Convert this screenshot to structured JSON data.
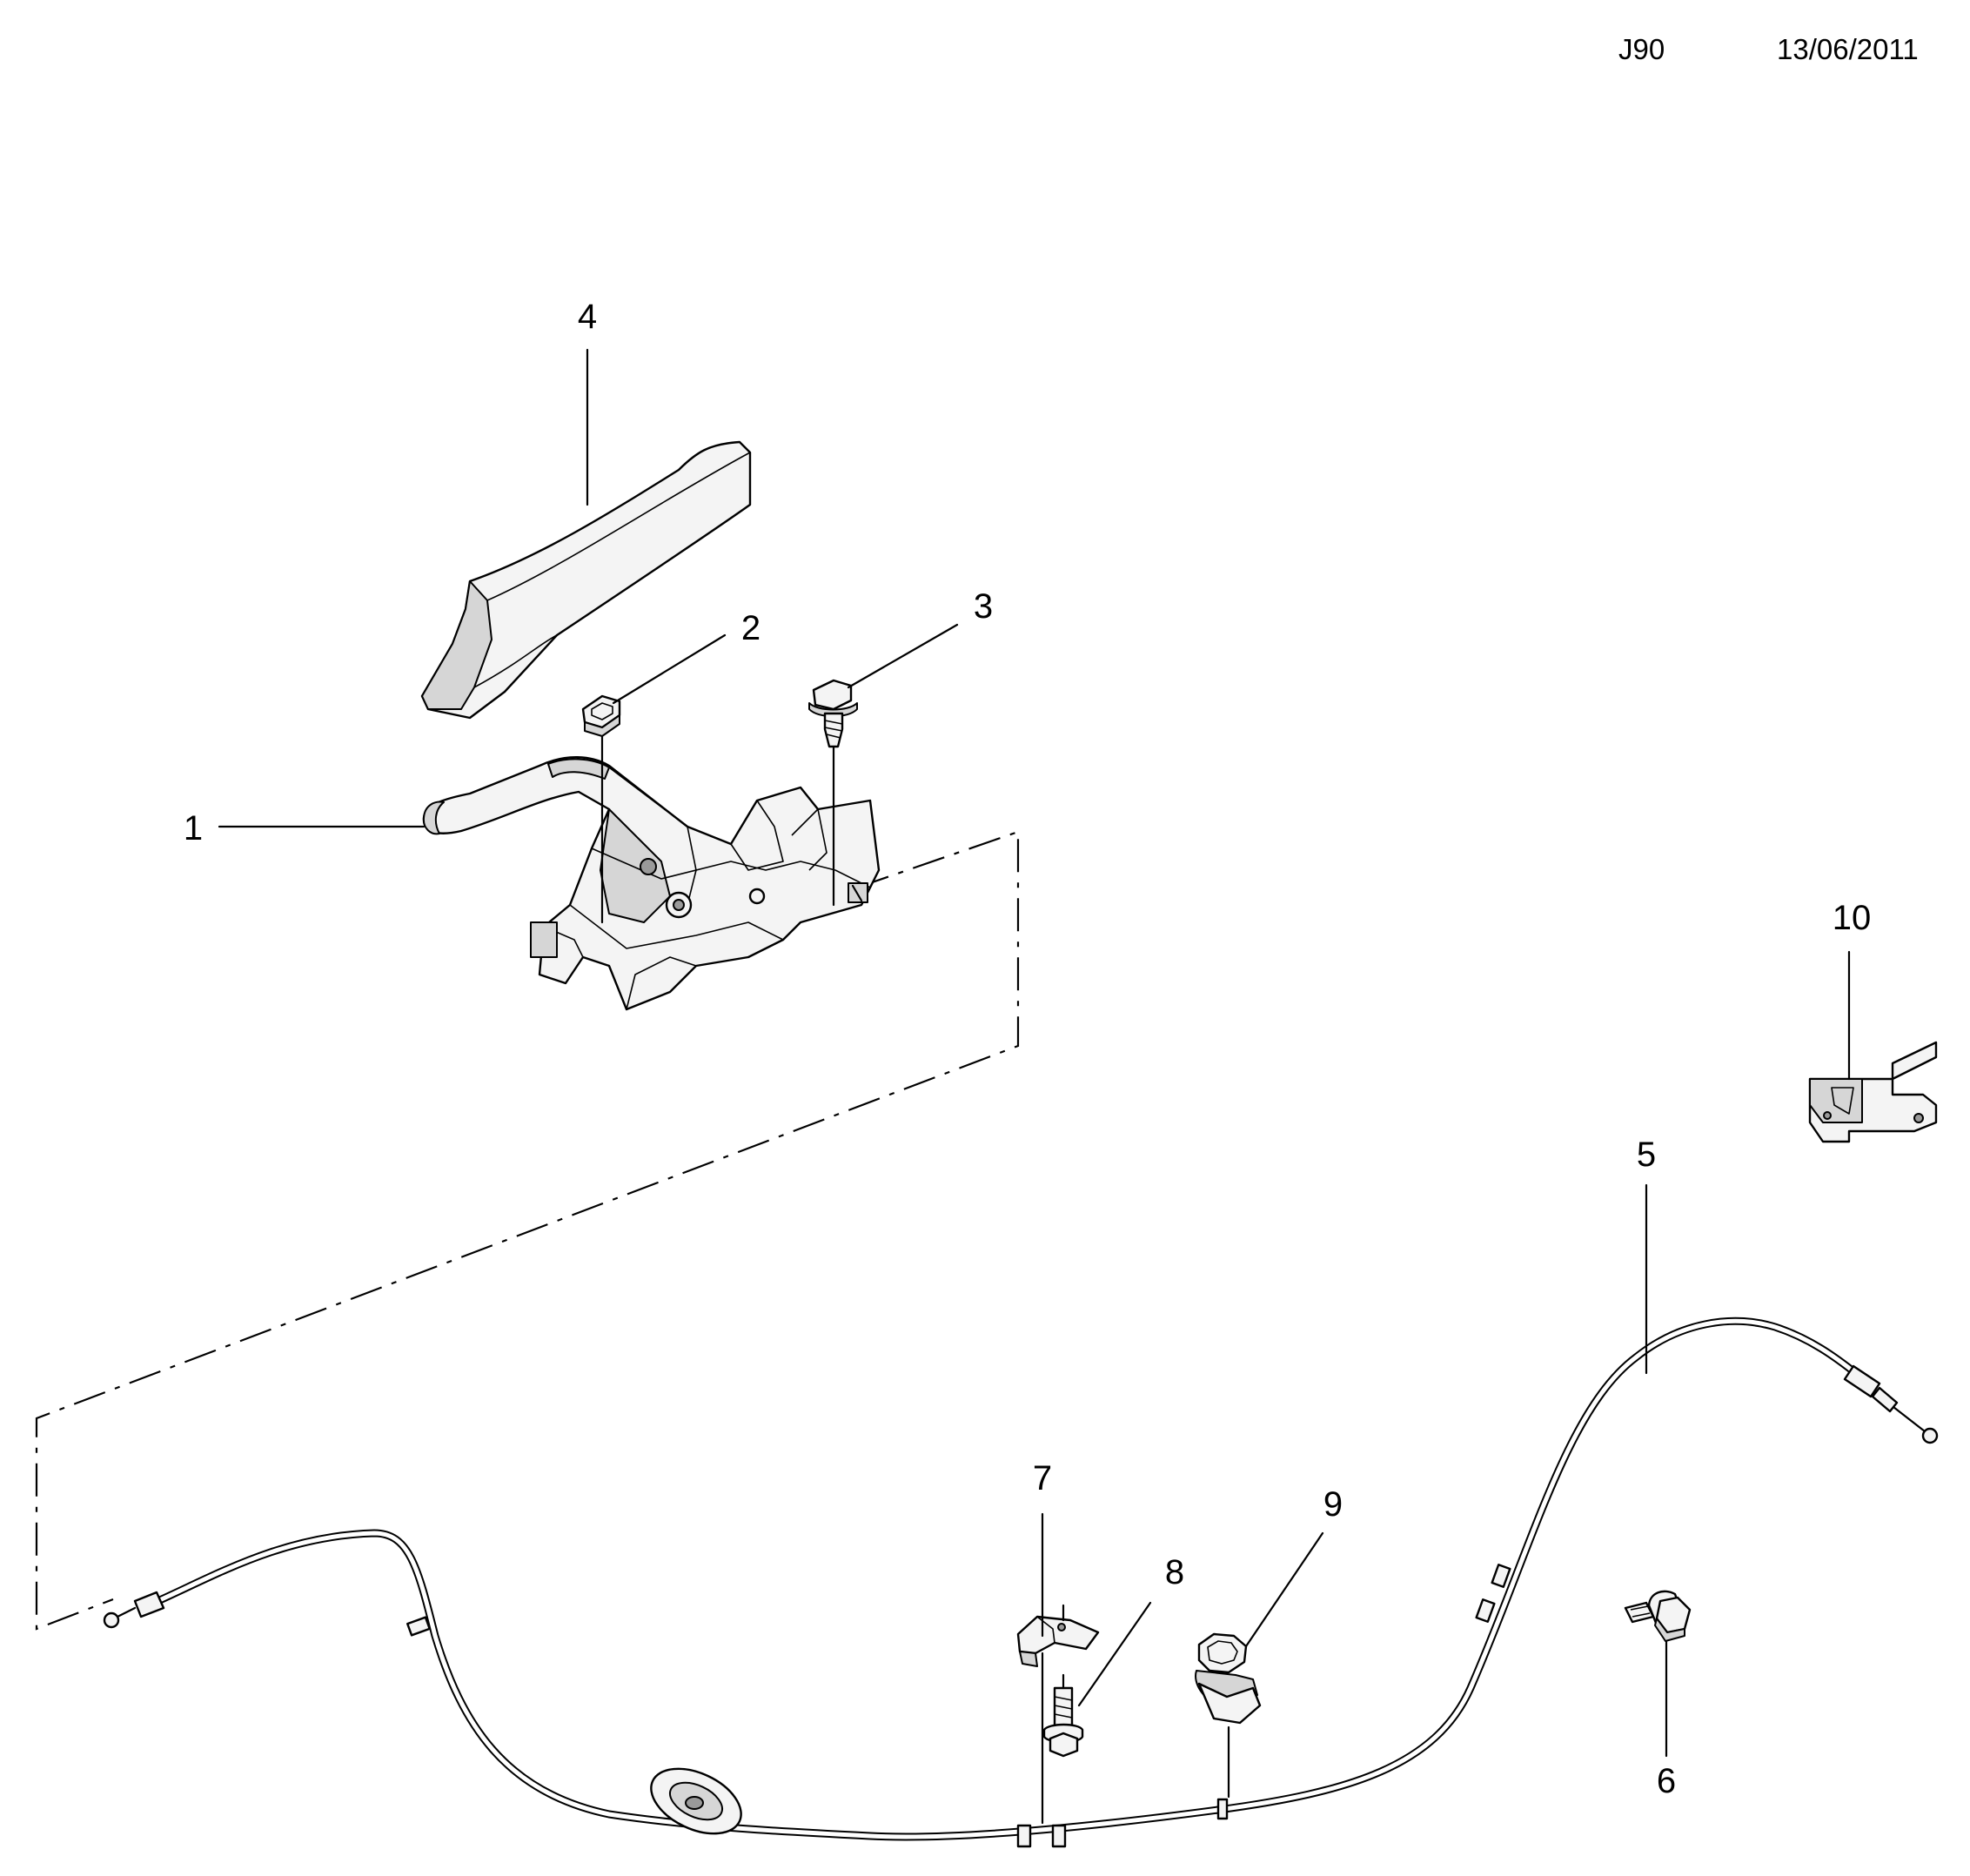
{
  "header": {
    "code": "J90",
    "date": "13/06/2011"
  },
  "callouts": [
    "1",
    "2",
    "3",
    "4",
    "5",
    "6",
    "7",
    "8",
    "9",
    "10"
  ]
}
